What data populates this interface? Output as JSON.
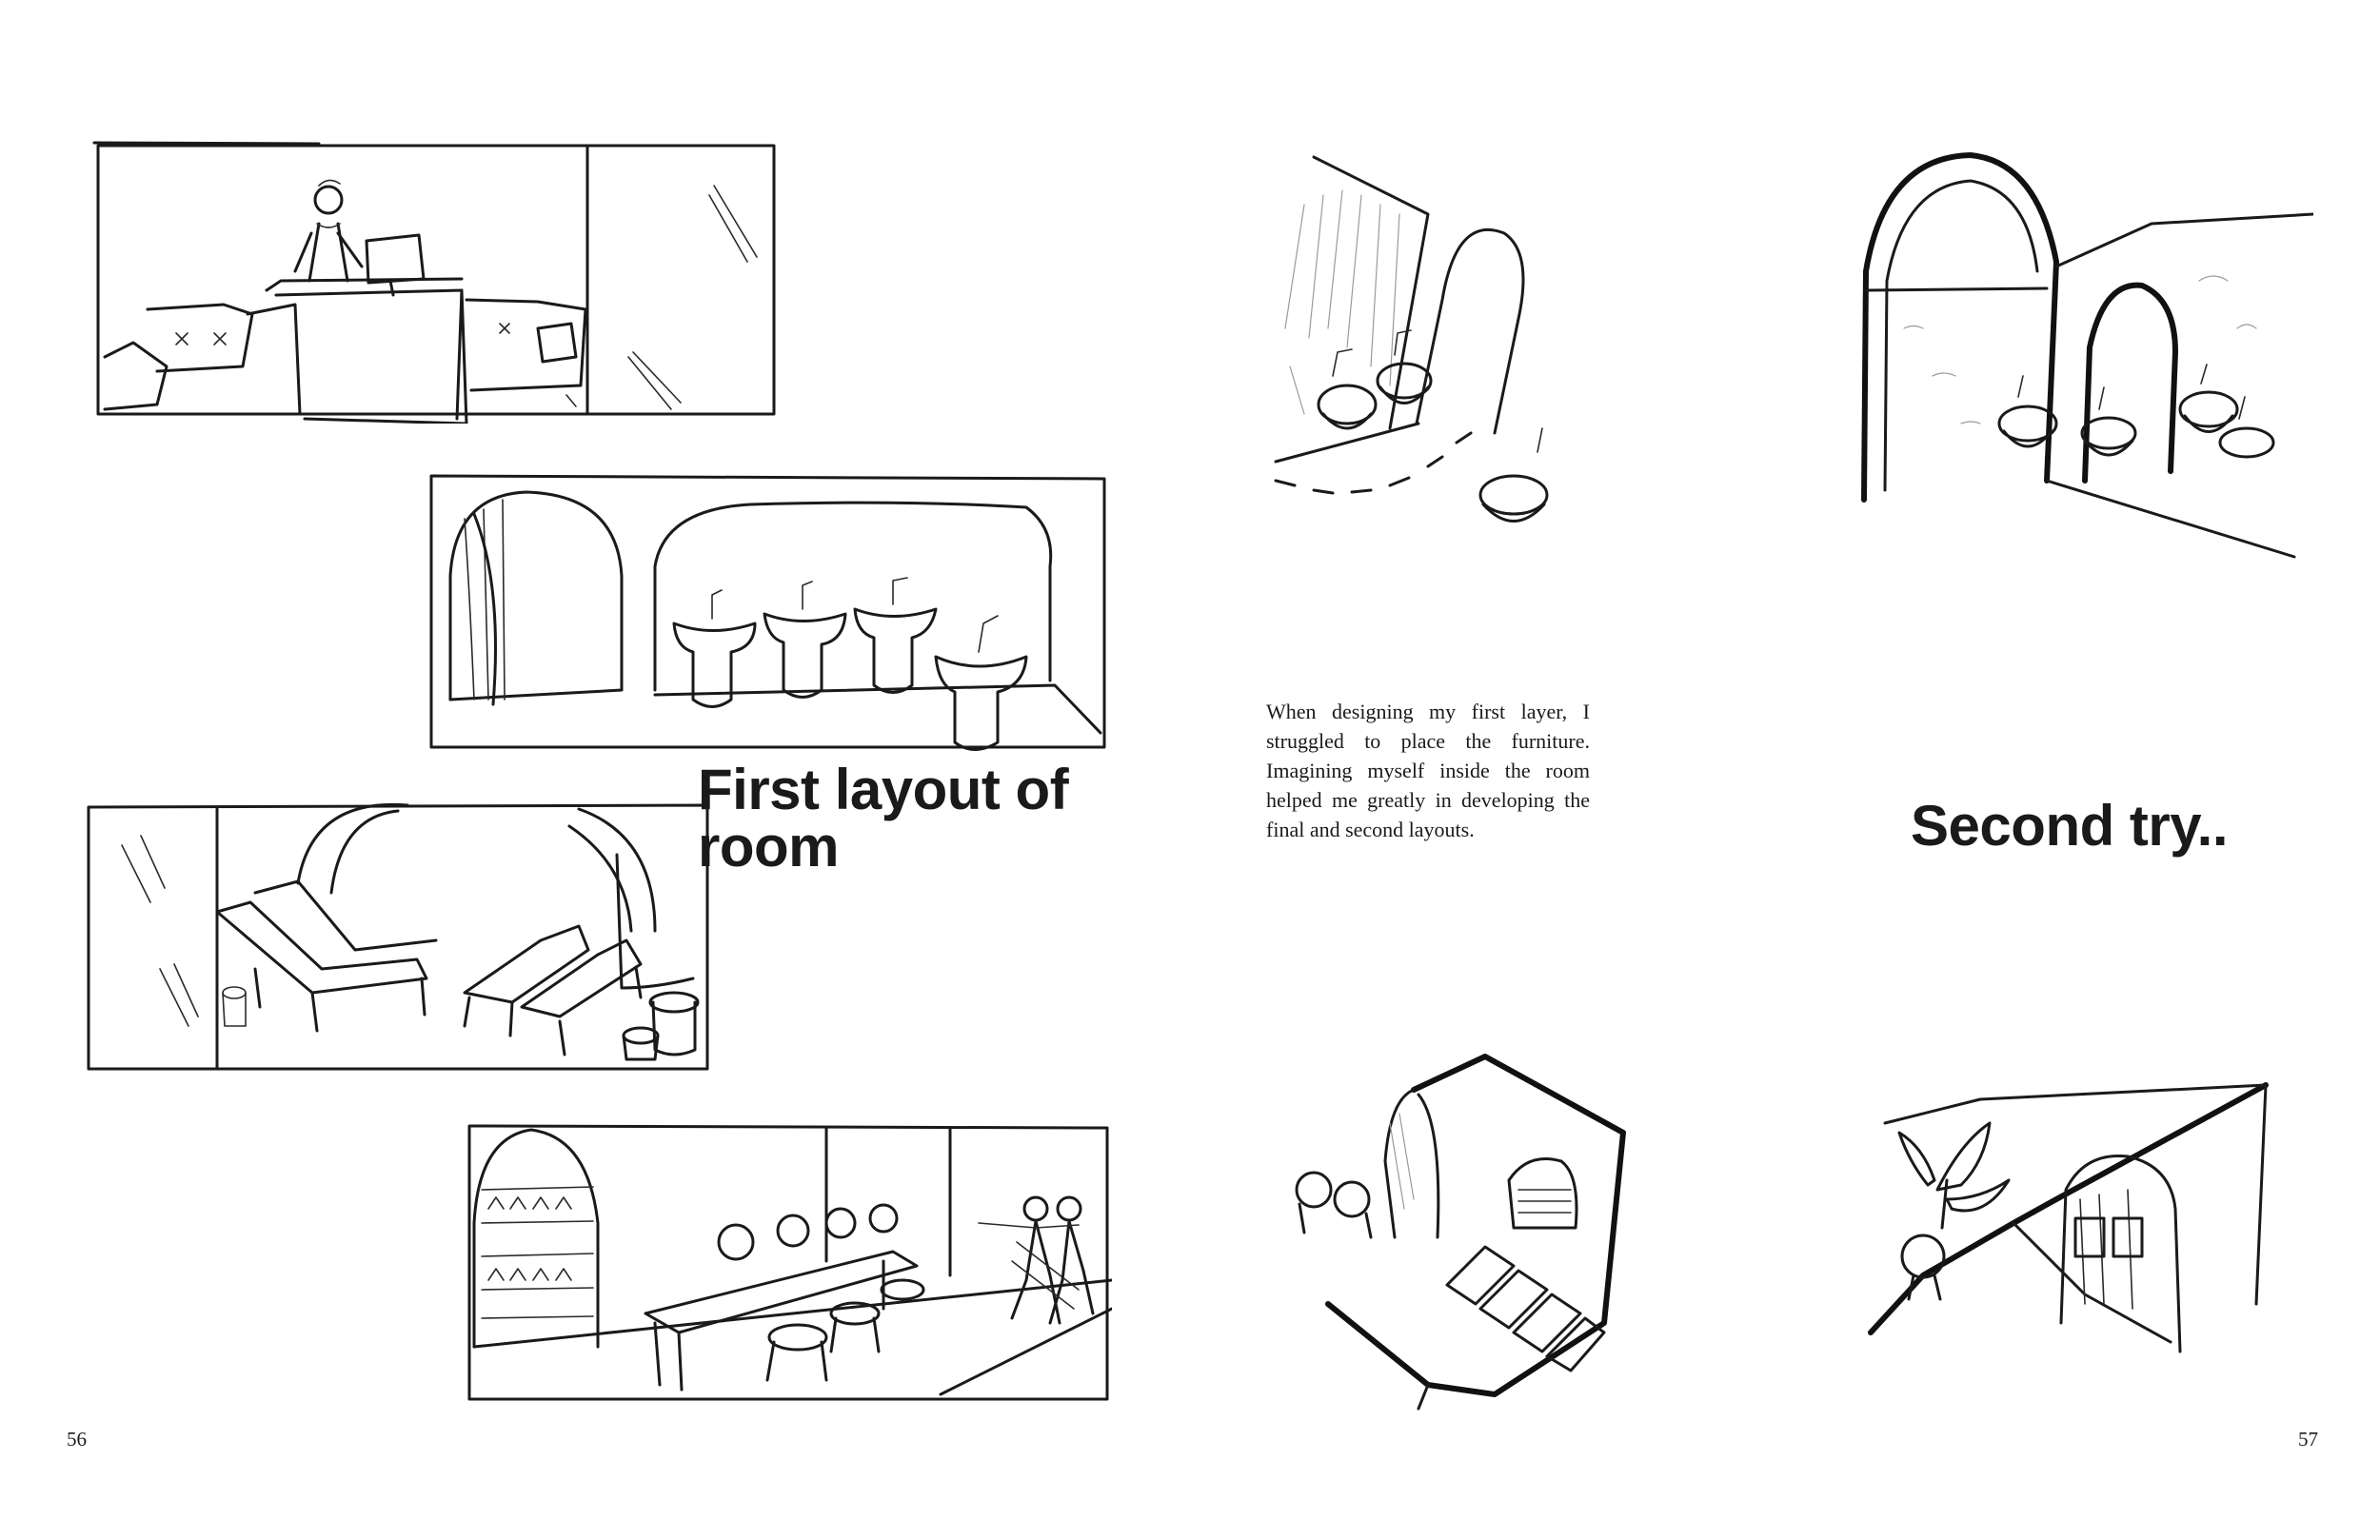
{
  "spread": {
    "left_page": {
      "heading": "First layout of room",
      "page_number": "56"
    },
    "right_page": {
      "body": "When designing my first layer, I struggled to place the furniture. Imagining myself inside the room helped me greatly in developing the final and second layouts.",
      "heading": "Second try..",
      "page_number": "57"
    }
  },
  "sketches": [
    {
      "id": "reception",
      "subject": "reception desk with receptionist, sofa and window"
    },
    {
      "id": "wash-area",
      "subject": "arched alcove with row of pedestal wash basins"
    },
    {
      "id": "lounge",
      "subject": "arched room with reclining lounge chairs"
    },
    {
      "id": "tea-room",
      "subject": "shelved arch, long table with stools and figures"
    },
    {
      "id": "second-1",
      "subject": "arched doorway with basin stations"
    },
    {
      "id": "second-2",
      "subject": "double arch with basin stations"
    },
    {
      "id": "second-3",
      "subject": "room corner with arched window and recliners"
    },
    {
      "id": "second-4",
      "subject": "wall with leaf mural and arched shelves"
    }
  ]
}
